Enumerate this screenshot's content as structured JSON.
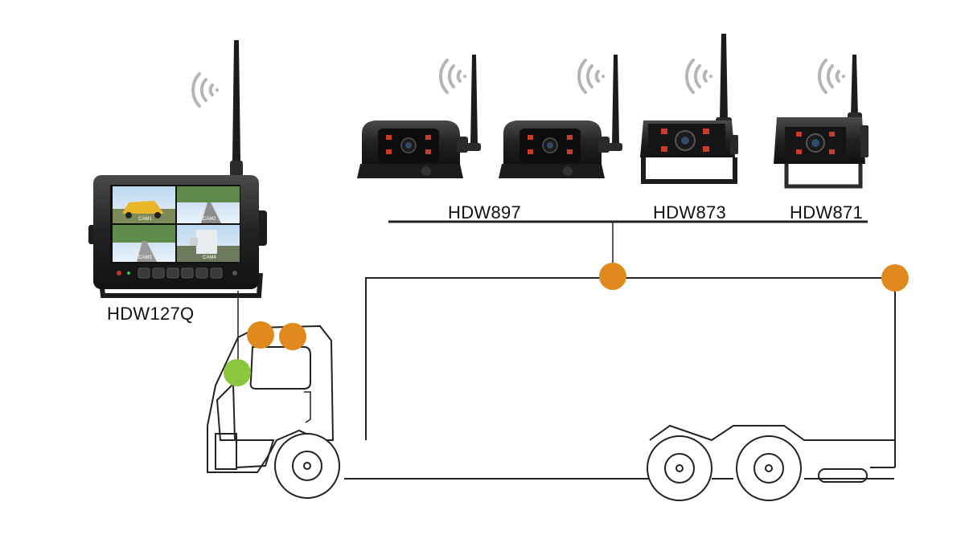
{
  "monitor": {
    "model": "HDW127Q",
    "quad_captions": [
      "CAM1",
      "CAM2",
      "CAM3",
      "CAM4"
    ]
  },
  "cameras": [
    {
      "model": "HDW897",
      "count": 2
    },
    {
      "model": "HDW873",
      "count": 1
    },
    {
      "model": "HDW871",
      "count": 1
    }
  ],
  "colors": {
    "camera_mount_point": "#e08a1e",
    "monitor_mount_point": "#8cc63f",
    "line": "#222222",
    "device_body": "#1f1f1f"
  },
  "icons": [
    "wireless-signal-icon",
    "antenna-icon"
  ]
}
